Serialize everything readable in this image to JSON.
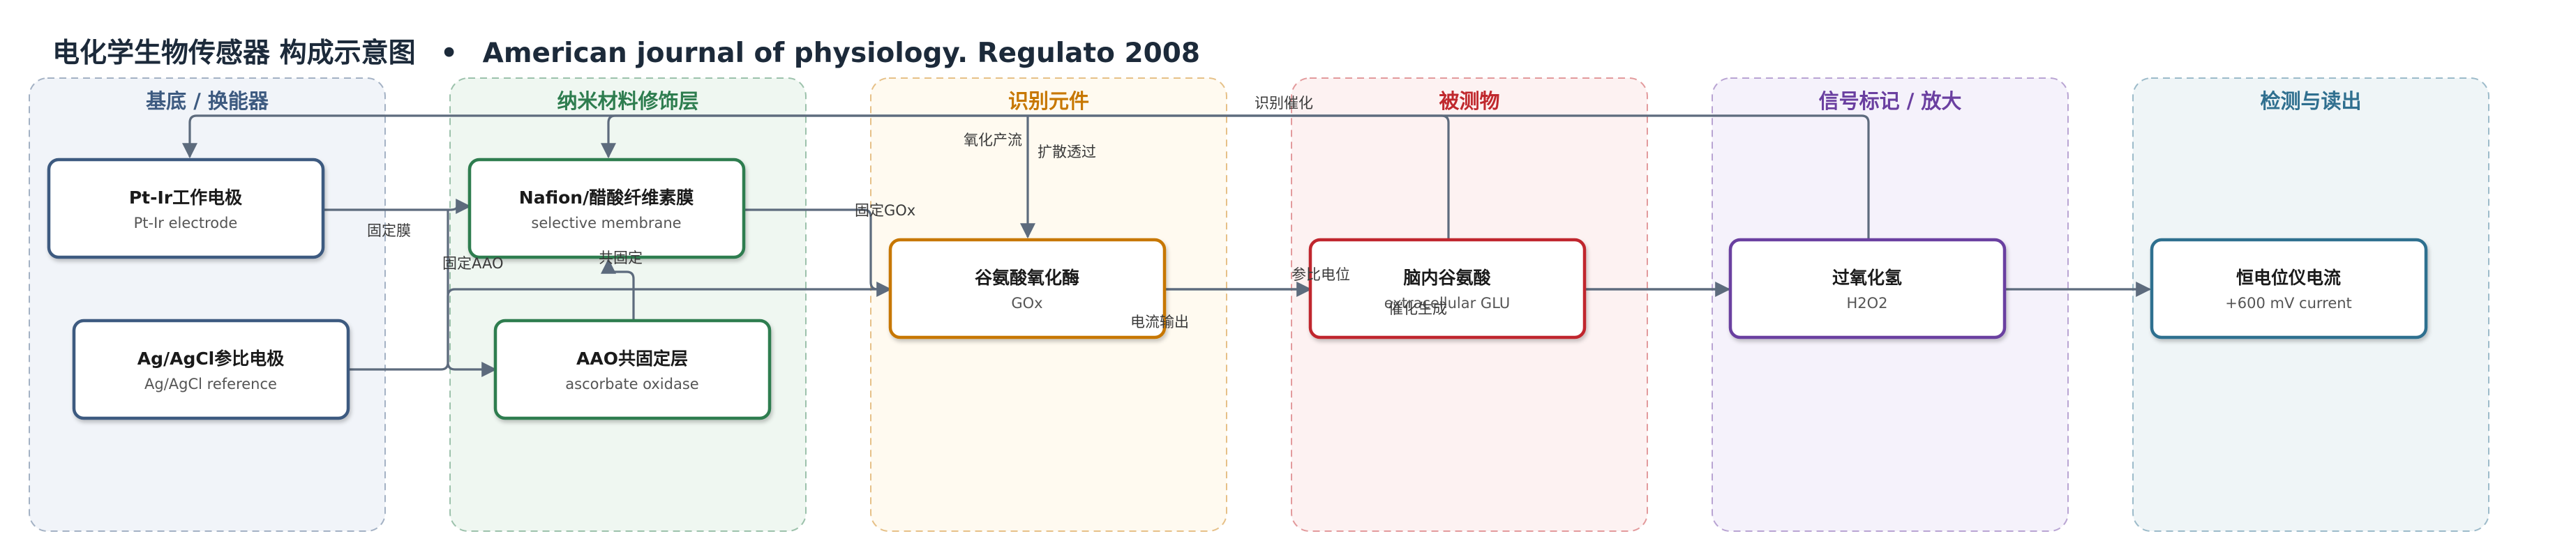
{
  "title": {
    "main": "电化学生物传感器 构成示意图",
    "separator": "•",
    "source": "American journal of physiology. Regulato 2008"
  },
  "groups": [
    {
      "id": "g1",
      "label": "基底 / 换能器",
      "color": "#3d5a80",
      "fill": "#f1f4f9"
    },
    {
      "id": "g2",
      "label": "纳米材料修饰层",
      "color": "#2e7d4f",
      "fill": "#eff7f1"
    },
    {
      "id": "g3",
      "label": "识别元件",
      "color": "#c77700",
      "fill": "#fffaf0"
    },
    {
      "id": "g4",
      "label": "被测物",
      "color": "#c0282d",
      "fill": "#fdf2f2"
    },
    {
      "id": "g5",
      "label": "信号标记 / 放大",
      "color": "#6a3fa0",
      "fill": "#f5f2fb"
    },
    {
      "id": "g6",
      "label": "检测与读出",
      "color": "#2f6f8f",
      "fill": "#eff5f7"
    }
  ],
  "nodes": [
    {
      "id": "n1",
      "title": "Pt-Ir工作电极",
      "subtitle": "Pt-Ir electrode",
      "color": "#3d5a80"
    },
    {
      "id": "n2",
      "title": "Ag/AgCl参比电极",
      "subtitle": "Ag/AgCl reference",
      "color": "#3d5a80"
    },
    {
      "id": "n3",
      "title": "Nafion/醋酸纤维素膜",
      "subtitle": "selective membrane",
      "color": "#2e7d4f"
    },
    {
      "id": "n4",
      "title": "AAO共固定层",
      "subtitle": "ascorbate oxidase",
      "color": "#2e7d4f"
    },
    {
      "id": "n5",
      "title": "谷氨酸氧化酶",
      "subtitle": "GOx",
      "color": "#c77700"
    },
    {
      "id": "n6",
      "title": "脑内谷氨酸",
      "subtitle": "extracellular GLU",
      "color": "#c0282d"
    },
    {
      "id": "n7",
      "title": "过氧化氢",
      "subtitle": "H2O2",
      "color": "#6a3fa0"
    },
    {
      "id": "n8",
      "title": "恒电位仪电流",
      "subtitle": "+600 mV current",
      "color": "#2f6f8f"
    }
  ],
  "edges": [
    {
      "id": "e1",
      "label": "固定膜"
    },
    {
      "id": "e2",
      "label": "固定AAO"
    },
    {
      "id": "e3",
      "label": "共固定"
    },
    {
      "id": "e4",
      "label": "固定GOx"
    },
    {
      "id": "e5",
      "label": "识别催化"
    },
    {
      "id": "e6",
      "label": "催化生成"
    },
    {
      "id": "e7",
      "label": "氧化产流"
    },
    {
      "id": "e8",
      "label": "扩散透过"
    },
    {
      "id": "e9",
      "label": "参比电位"
    },
    {
      "id": "e10",
      "label": "电流输出"
    }
  ],
  "colors": {
    "edge": "#5d6b7d",
    "title": "#1c2a3a"
  }
}
